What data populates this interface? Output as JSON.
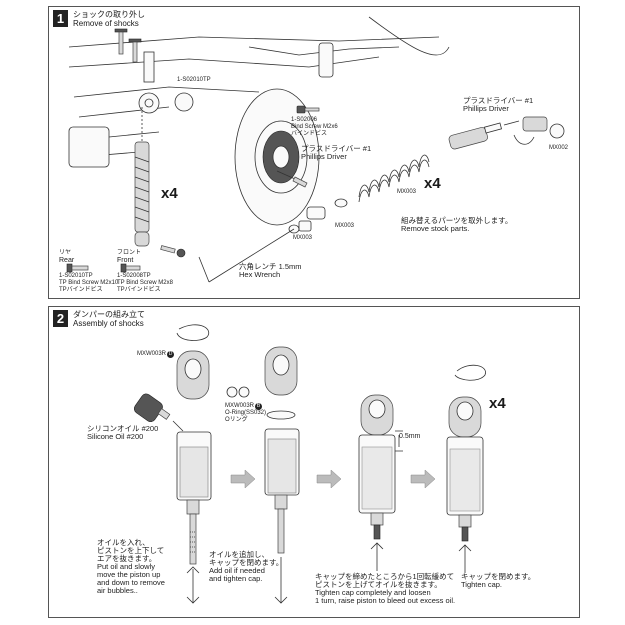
{
  "step1": {
    "number": "1",
    "title_jp": "ショックの取り外し",
    "title_en": "Remove of shocks",
    "multiplier_left": "x4",
    "multiplier_right": "x4",
    "part_top": "1-S02010TP",
    "screw_top": {
      "code": "1-S02006",
      "name": "Bind Screw M2x6",
      "jp": "バインドビス"
    },
    "driver_center": {
      "jp": "プラスドライバー #1",
      "en": "Phillips Driver"
    },
    "driver_right": {
      "jp": "プラスドライバー #1",
      "en": "Phillips Driver"
    },
    "mx002": "MX002",
    "mx003_spring": "MX003",
    "mx003_center": "MX003",
    "mx003_left": "MX003",
    "note": {
      "jp": "組み替えるパーツを取外します。",
      "en": "Remove stock parts."
    },
    "rear": {
      "jp": "リヤ",
      "en": "Rear",
      "code": "1-S02010TP",
      "name": "TP Bind Screw M2x10",
      "jp_name": "TPバインドビス"
    },
    "front": {
      "jp": "フロント",
      "en": "Front",
      "code": "1-S02008TP",
      "name": "TP Bind Screw M2x8",
      "jp_name": "TPバインドビス"
    },
    "hex": {
      "jp": "六角レンチ 1.5mm",
      "en": "Hex Wrench"
    }
  },
  "step2": {
    "number": "2",
    "title_jp": "ダンパーの組み立て",
    "title_en": "Assembly of shocks",
    "multiplier": "x4",
    "cap_part": "MXW003R",
    "cap_part_circle": "D",
    "oil": {
      "jp": "シリコンオイル #200",
      "en": "Silicone Oil #200"
    },
    "oring": {
      "code": "MXW003R",
      "circle": "B",
      "name": "O-Ring(SS032)",
      "jp": "Oリング"
    },
    "gap": "0.5mm",
    "caption1": {
      "jp1": "オイルを入れ、",
      "jp2": "ピストンを上下して",
      "jp3": "エアを抜きます。",
      "en1": "Put oil and slowly",
      "en2": "move the piston up",
      "en3": "and down to remove",
      "en4": "air bubbles.."
    },
    "caption2": {
      "jp1": "オイルを追加し、",
      "jp2": "キャップを閉めます。",
      "en1": "Add oil if needed",
      "en2": "and tighten cap."
    },
    "caption3": {
      "jp1": "キャップを締めたところから1回転緩めて",
      "jp2": "ピストンを上げてオイルを抜きます。",
      "en1": "Tighten cap completely and loosen",
      "en2": "1 turn, raise piston to bleed out excess oil."
    },
    "caption4": {
      "jp1": "キャップを閉めます。",
      "en1": "Tighten cap."
    }
  }
}
